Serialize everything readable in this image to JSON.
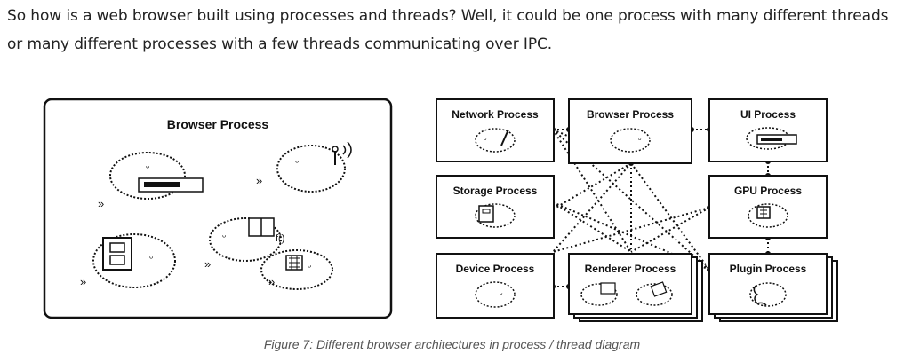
{
  "article": {
    "paragraph": "So how is a web browser built using processes and threads? Well, it could be one process with many different threads or many different processes with a few threads communicating over IPC."
  },
  "figure": {
    "single_process_title": "Browser Process",
    "multi_process": {
      "network": "Network Process",
      "browser": "Browser Process",
      "ui": "UI Process",
      "storage": "Storage Process",
      "gpu": "GPU Process",
      "device": "Device Process",
      "renderer": "Renderer Process",
      "plugin": "Plugin Process"
    },
    "caption": "Figure 7: Different browser architectures in process / thread diagram"
  }
}
